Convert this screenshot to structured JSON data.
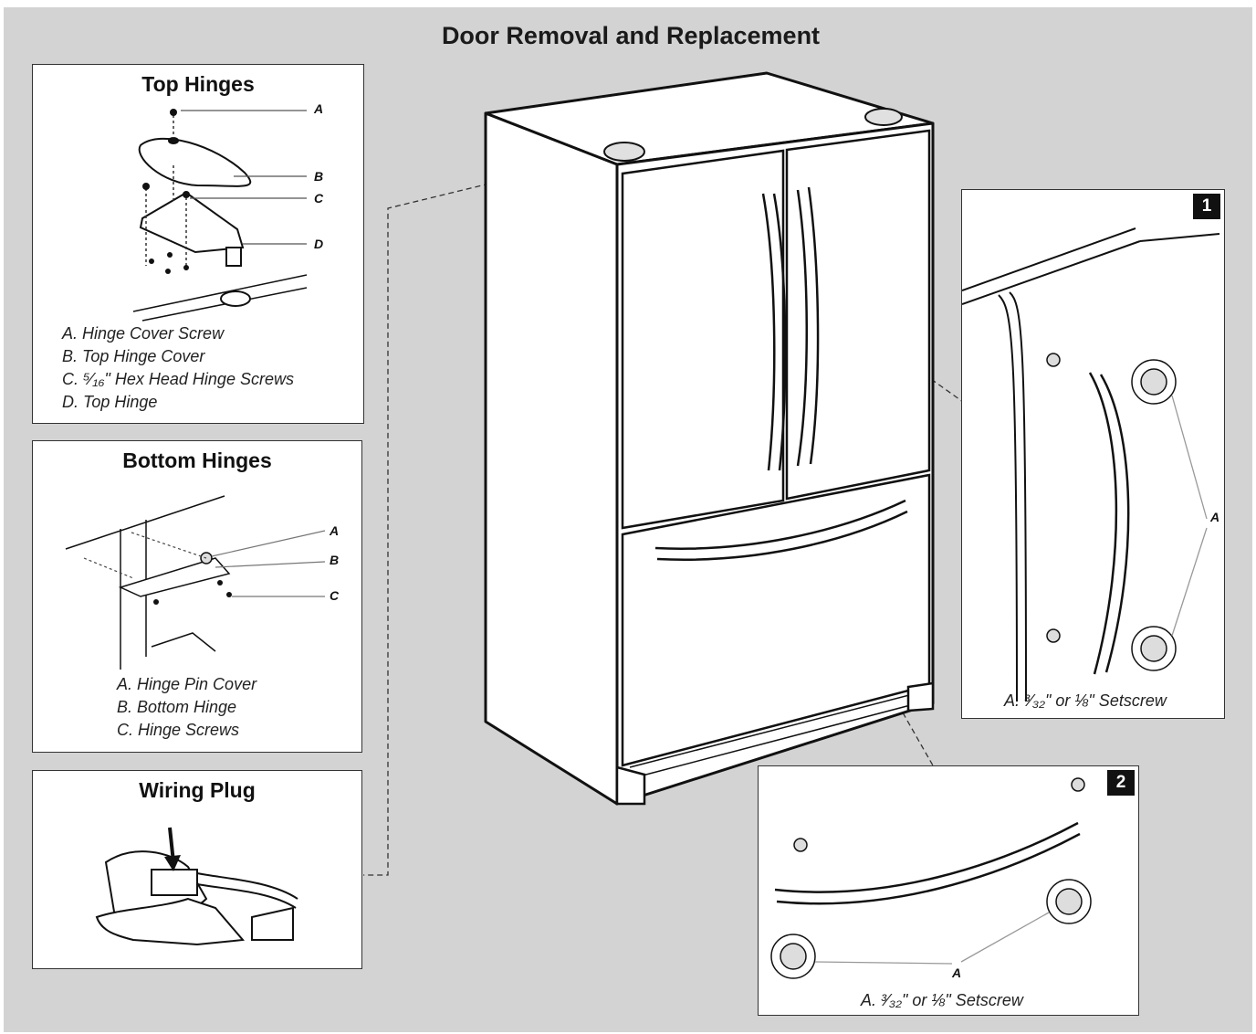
{
  "title": "Door Removal and Replacement",
  "top_hinges": {
    "title": "Top Hinges",
    "callouts": [
      "A",
      "B",
      "C",
      "D"
    ],
    "legend": [
      "A. Hinge Cover Screw",
      "B. Top Hinge Cover",
      "C. ⁵⁄₁₆\" Hex Head Hinge Screws",
      "D. Top Hinge"
    ]
  },
  "bottom_hinges": {
    "title": "Bottom Hinges",
    "callouts": [
      "A",
      "B",
      "C"
    ],
    "legend": [
      "A. Hinge Pin Cover",
      "B. Bottom Hinge",
      "C. Hinge Screws"
    ]
  },
  "wiring_plug": {
    "title": "Wiring Plug"
  },
  "step1": {
    "badge": "1",
    "callout": "A",
    "caption": "A. ³⁄₃₂\" or ⅛\" Setscrew"
  },
  "step2": {
    "badge": "2",
    "callout": "A",
    "caption": "A. ³⁄₃₂\" or ⅛\" Setscrew"
  }
}
